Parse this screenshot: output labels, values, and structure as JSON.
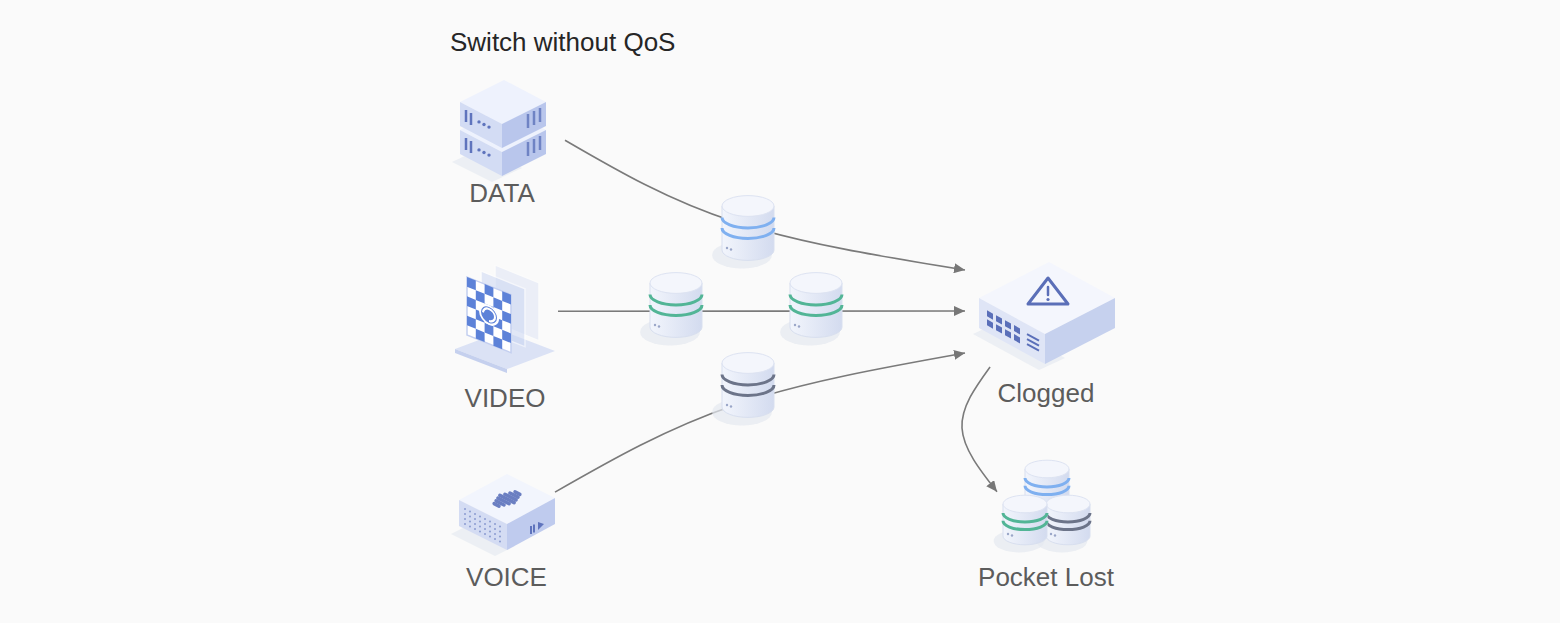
{
  "diagram": {
    "title": "Switch without QoS",
    "nodes": [
      {
        "text": [
          "DATA"
        ]
      },
      {
        "text": [
          "VIDEO"
        ]
      },
      {
        "text": [
          "VOICE"
        ]
      },
      {
        "text": [
          "Clogged"
        ]
      },
      {
        "text": [
          "Pocket Lost"
        ]
      }
    ],
    "edges": [
      {
        "from": 0,
        "to": 3,
        "arrow": "to"
      },
      {
        "from": 1,
        "to": 3,
        "arrow": "to"
      },
      {
        "from": 2,
        "to": 3,
        "arrow": "to"
      },
      {
        "from": 3,
        "to": 4,
        "arrow": "to"
      }
    ]
  }
}
